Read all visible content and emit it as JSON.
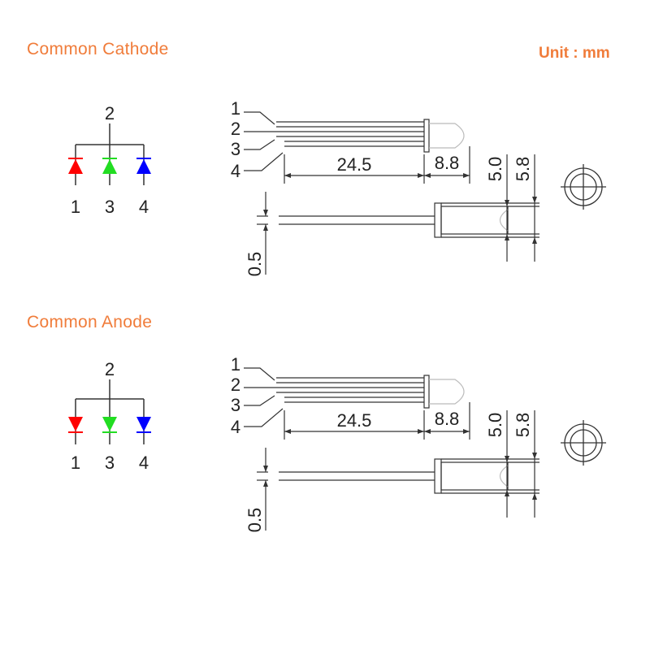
{
  "header": {
    "unit_label": "Unit : mm"
  },
  "colors": {
    "title": "#f07c3a",
    "red_led": "#ff0000",
    "green_led": "#22dd22",
    "blue_led": "#0000ff",
    "line": "#333333"
  },
  "sections": [
    {
      "title": "Common Cathode",
      "schematic": {
        "common_pin": "2",
        "pins": [
          "1",
          "3",
          "4"
        ]
      },
      "pin_callouts": [
        "1",
        "2",
        "3",
        "4"
      ],
      "dimensions": {
        "lead_length": "24.5",
        "body_length": "8.8",
        "body_dia": "5.0",
        "flange_dia": "5.8",
        "lead_width": "0.5"
      }
    },
    {
      "title": "Common Anode",
      "schematic": {
        "common_pin": "2",
        "pins": [
          "1",
          "3",
          "4"
        ]
      },
      "pin_callouts": [
        "1",
        "2",
        "3",
        "4"
      ],
      "dimensions": {
        "lead_length": "24.5",
        "body_length": "8.8",
        "body_dia": "5.0",
        "flange_dia": "5.8",
        "lead_width": "0.5"
      }
    }
  ]
}
